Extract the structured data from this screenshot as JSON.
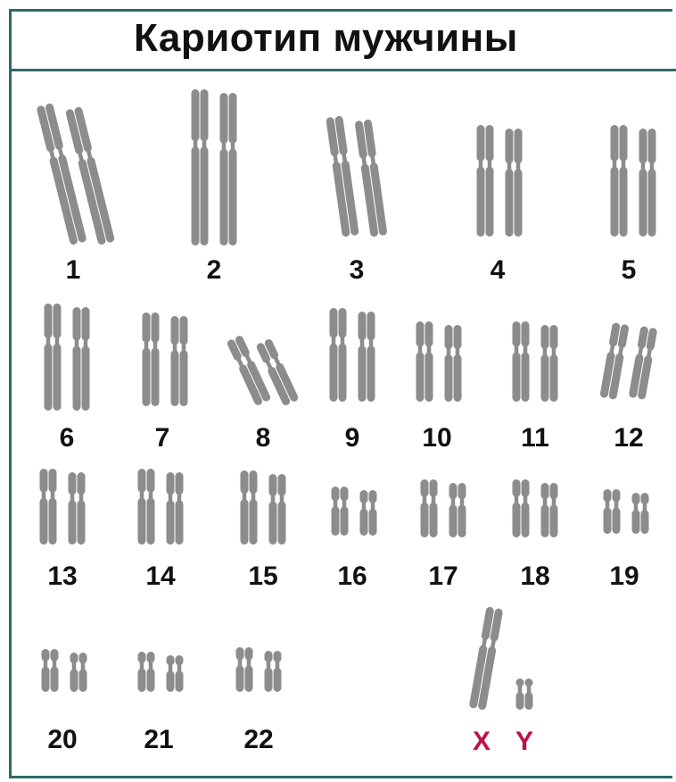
{
  "title": "Кариотип мужчины",
  "colors": {
    "frame": "#2f6a6a",
    "chromosome": "#8c8c8c",
    "sex_label": "#c0104a"
  },
  "autosomes": [
    {
      "label": "1"
    },
    {
      "label": "2"
    },
    {
      "label": "3"
    },
    {
      "label": "4"
    },
    {
      "label": "5"
    },
    {
      "label": "6"
    },
    {
      "label": "7"
    },
    {
      "label": "8"
    },
    {
      "label": "9"
    },
    {
      "label": "10"
    },
    {
      "label": "11"
    },
    {
      "label": "12"
    },
    {
      "label": "13"
    },
    {
      "label": "14"
    },
    {
      "label": "15"
    },
    {
      "label": "16"
    },
    {
      "label": "17"
    },
    {
      "label": "18"
    },
    {
      "label": "19"
    },
    {
      "label": "20"
    },
    {
      "label": "21"
    },
    {
      "label": "22"
    }
  ],
  "sex_chromosomes": [
    {
      "label": "X"
    },
    {
      "label": "Y"
    }
  ]
}
